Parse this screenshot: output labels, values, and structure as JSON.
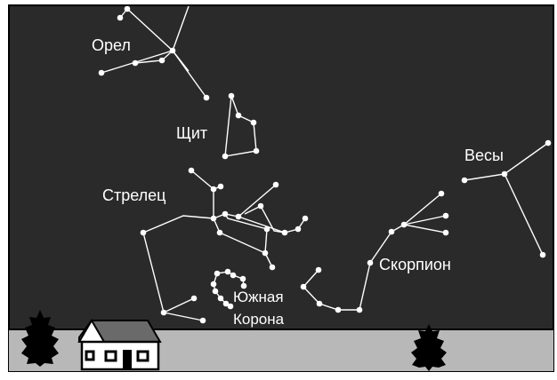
{
  "constellations": {
    "aquila": "Орел",
    "scutum": "Щит",
    "sagittarius": "Стрелец",
    "libra": "Весы",
    "scorpius": "Скорпион",
    "corona_line1": "Южная",
    "corona_line2": "Корона"
  },
  "colors": {
    "sky": "#2a2a2a",
    "ground": "#b8b8b8",
    "stars": "#ffffff",
    "trees": "#000000"
  }
}
